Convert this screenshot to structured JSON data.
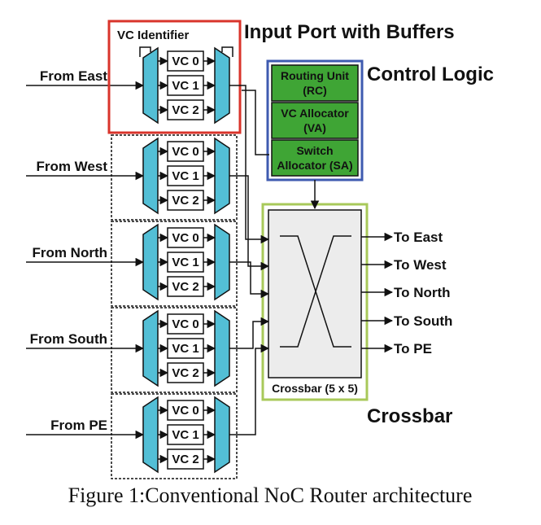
{
  "diagram": {
    "title_input_port": "Input Port with Buffers",
    "title_control_logic": "Control Logic",
    "title_crossbar": "Crossbar",
    "vc_identifier": "VC Identifier",
    "inputs": [
      "From East",
      "From West",
      "From North",
      "From South",
      "From PE"
    ],
    "vcs": [
      "VC 0",
      "VC 1",
      "VC 2"
    ],
    "control_units": [
      {
        "line1": "Routing Unit",
        "line2": "(RC)"
      },
      {
        "line1": "VC Allocator",
        "line2": "(VA)"
      },
      {
        "line1": "Switch",
        "line2": "Allocator (SA)"
      }
    ],
    "crossbar_label": "Crossbar (5 x 5)",
    "outputs": [
      "To East",
      "To West",
      "To North",
      "To South",
      "To PE"
    ],
    "caption": "Figure 1:Conventional NoC Router architecture",
    "colors": {
      "input_port_border": "#d9342b",
      "input_port_title": "#d9342b",
      "control_logic_border": "#3f5bb0",
      "control_logic_title": "#3f5bb0",
      "control_unit_fill": "#3fa535",
      "crossbar_border": "#a8c95a",
      "crossbar_title": "#9cc43d",
      "crossbar_fill": "#ececec",
      "mux_fill": "#53bfd6"
    }
  }
}
